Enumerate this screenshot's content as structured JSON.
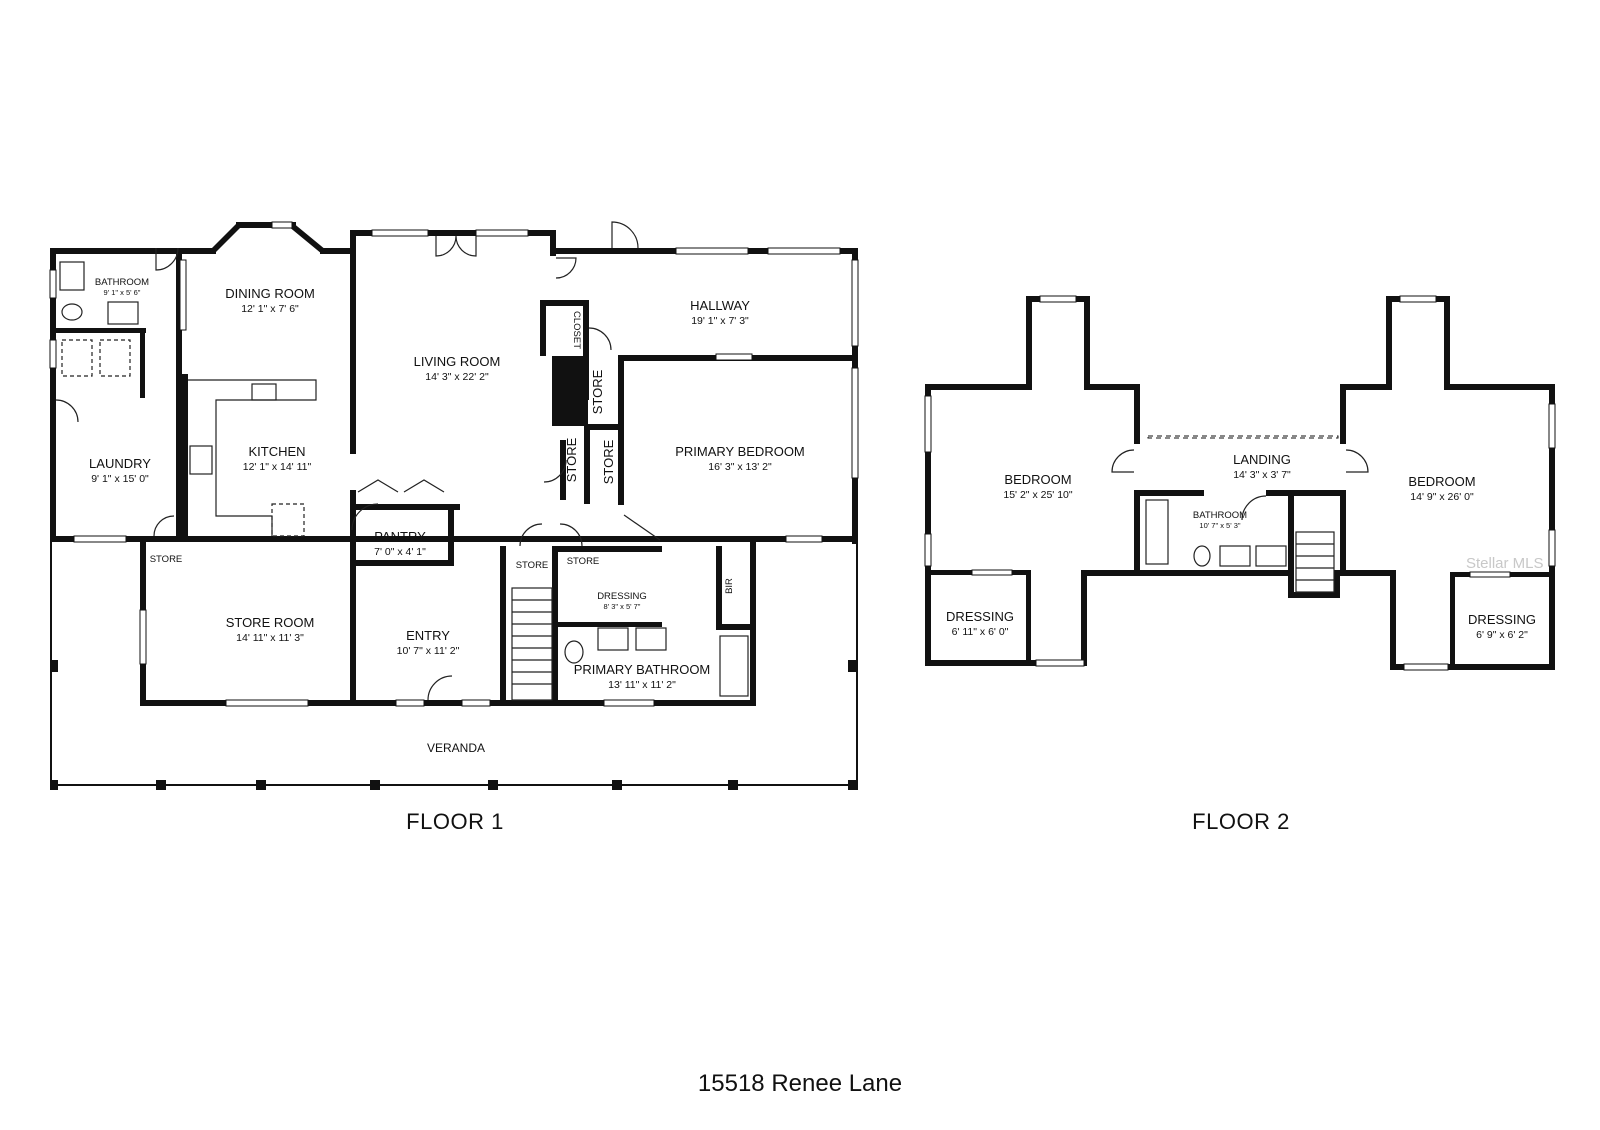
{
  "floors": [
    {
      "label": "FLOOR 1"
    },
    {
      "label": "FLOOR 2"
    }
  ],
  "address": "15518 Renee Lane",
  "watermark": "Stellar MLS",
  "rooms": {
    "bathroom1": {
      "name": "BATHROOM",
      "dims": "9' 1\" x 5' 6\""
    },
    "dining": {
      "name": "DINING ROOM",
      "dims": "12' 1\" x 7' 6\""
    },
    "living": {
      "name": "LIVING ROOM",
      "dims": "14' 3\" x 22' 2\""
    },
    "hallway": {
      "name": "HALLWAY",
      "dims": "19' 1\" x 7' 3\""
    },
    "closet": {
      "name": "CLOSET"
    },
    "store_a": {
      "name": "STORE"
    },
    "store_b": {
      "name": "STORE"
    },
    "store_c": {
      "name": "STORE"
    },
    "laundry": {
      "name": "LAUNDRY",
      "dims": "9' 1\" x 15' 0\""
    },
    "kitchen": {
      "name": "KITCHEN",
      "dims": "12' 1\" x 14' 11\""
    },
    "primary_bedroom": {
      "name": "PRIMARY BEDROOM",
      "dims": "16' 3\" x 13' 2\""
    },
    "pantry": {
      "name": "PANTRY",
      "dims": "7' 0\" x 4' 1\""
    },
    "store_laundry": {
      "name": "STORE"
    },
    "store_d": {
      "name": "STORE"
    },
    "store_e": {
      "name": "STORE"
    },
    "dressing1": {
      "name": "DRESSING",
      "dims": "8' 3\" x 5' 7\""
    },
    "bir": {
      "name": "BIR"
    },
    "store_room": {
      "name": "STORE ROOM",
      "dims": "14' 11\" x 11' 3\""
    },
    "entry": {
      "name": "ENTRY",
      "dims": "10' 7\" x 11' 2\""
    },
    "primary_bathroom": {
      "name": "PRIMARY BATHROOM",
      "dims": "13' 11\" x 11' 2\""
    },
    "veranda": {
      "name": "VERANDA"
    },
    "bedroom_l": {
      "name": "BEDROOM",
      "dims": "15' 2\" x 25' 10\""
    },
    "landing": {
      "name": "LANDING",
      "dims": "14' 3\" x 3' 7\""
    },
    "bedroom_r": {
      "name": "BEDROOM",
      "dims": "14' 9\" x 26' 0\""
    },
    "bathroom2": {
      "name": "BATHROOM",
      "dims": "10' 7\" x 5' 3\""
    },
    "dressing_l": {
      "name": "DRESSING",
      "dims": "6' 11\" x 6' 0\""
    },
    "dressing_r": {
      "name": "DRESSING",
      "dims": "6' 9\" x 6' 2\""
    }
  }
}
